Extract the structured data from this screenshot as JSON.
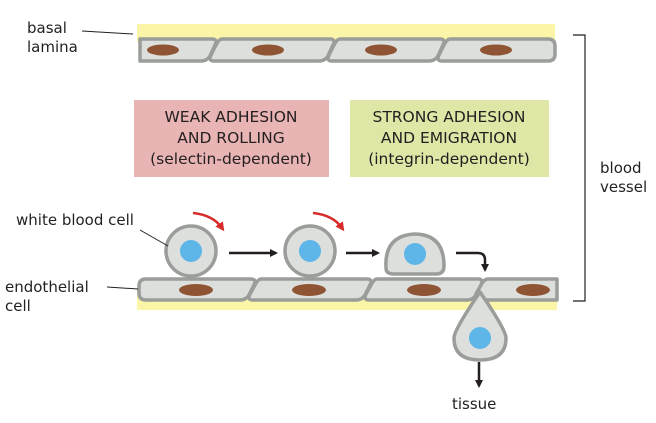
{
  "labels": {
    "basal_lamina": [
      "basal",
      "lamina"
    ],
    "white_blood_cell": "white blood cell",
    "endothelial_cell": [
      "endothelial",
      "cell"
    ],
    "blood_vessel": [
      "blood",
      "vessel"
    ],
    "tissue": "tissue"
  },
  "boxes": [
    {
      "id": "weak",
      "lines": [
        "WEAK ADHESION",
        "AND ROLLING",
        "(selectin-dependent)"
      ],
      "color": "#e8b4b4"
    },
    {
      "id": "strong",
      "lines": [
        "STRONG ADHESION",
        "AND EMIGRATION",
        "(integrin-dependent)"
      ],
      "color": "#dfe6a6"
    }
  ],
  "colors": {
    "lamina": "#fbf5a8",
    "cell_fill": "#dcdfdc",
    "cell_stroke": "#9a9d9a",
    "nucleus_endo": "#8e5433",
    "nucleus_wbc": "#5db5e8",
    "rolling_arrow": "#d62b2b",
    "arrow": "#231f20"
  }
}
